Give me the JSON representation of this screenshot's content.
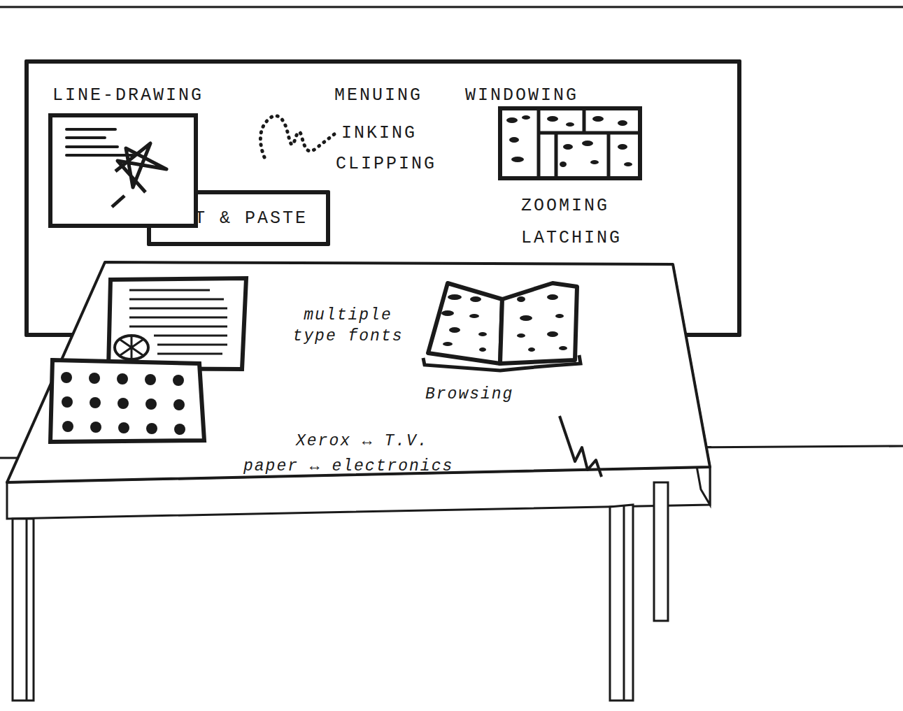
{
  "diagram": {
    "nodes": [
      {
        "text": [
          "LINE-DRAWING",
          "MENUING",
          "INKING",
          "CLIPPING",
          "WINDOWING",
          "ZOOMING",
          "LATCHING"
        ]
      },
      {
        "text": [
          "CUT & PASTE"
        ],
        "in": 0
      },
      {
        "text": [
          "multiple type fonts",
          "Browsing",
          "Xerox ↔ T.V.",
          "paper ↔ electronics"
        ]
      }
    ]
  }
}
